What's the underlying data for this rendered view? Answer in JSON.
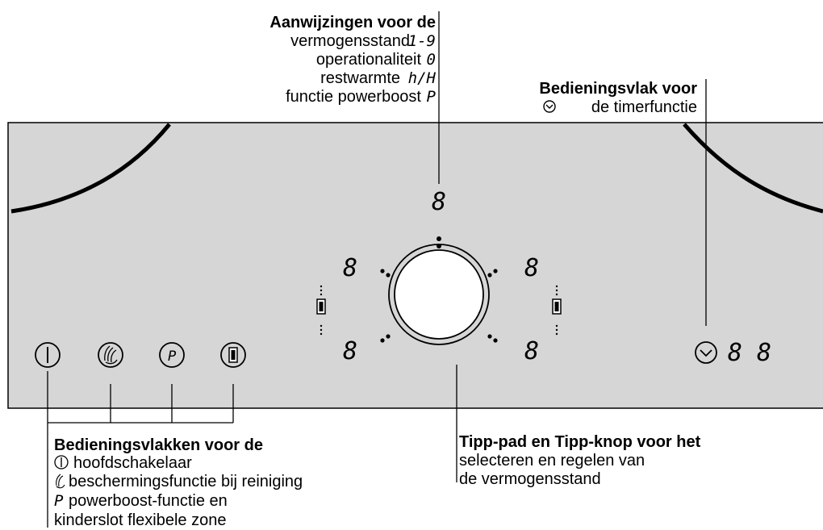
{
  "top_callout": {
    "title": "Aanwijzingen voor de",
    "lines": [
      {
        "text": "vermogensstand",
        "glyph": "1-9"
      },
      {
        "text": "operationaliteit",
        "glyph": "0"
      },
      {
        "text": "restwarmte",
        "glyph": "h/H"
      },
      {
        "text": "functie powerboost",
        "glyph": "P"
      }
    ]
  },
  "timer_callout": {
    "title": "Bedieningsvlak voor",
    "line": "de timerfunctie"
  },
  "bottom_left_callout": {
    "title": "Bedieningsvlakken voor de",
    "lines": [
      {
        "icon": "power-icon",
        "text": "hoofdschakelaar"
      },
      {
        "icon": "wipe-hand-icon",
        "text": "beschermingsfunctie bij reiniging"
      },
      {
        "icon": "p-icon",
        "text": "powerboost-functie en"
      },
      {
        "icon": "",
        "text": "kinderslot flexibele zone"
      }
    ]
  },
  "bottom_right_callout": {
    "title": "Tipp-pad en Tipp-knop voor het",
    "lines": [
      "selecteren en regelen van",
      "de vermogensstand"
    ]
  },
  "panel": {
    "displays": {
      "top": "8",
      "left_top": "8",
      "left_bottom": "8",
      "right_top": "8",
      "right_bottom": "8",
      "timer": "8 8"
    },
    "buttons": [
      {
        "name": "main-switch-button",
        "icon": "power-icon"
      },
      {
        "name": "wipe-protection-button",
        "icon": "wipe-hand-icon"
      },
      {
        "name": "powerboost-button",
        "icon": "p-icon"
      },
      {
        "name": "flex-zone-button",
        "icon": "flex-zone-icon"
      }
    ],
    "colors": {
      "panel": "#d6d6d6",
      "line": "#000000",
      "background": "#ffffff"
    }
  }
}
